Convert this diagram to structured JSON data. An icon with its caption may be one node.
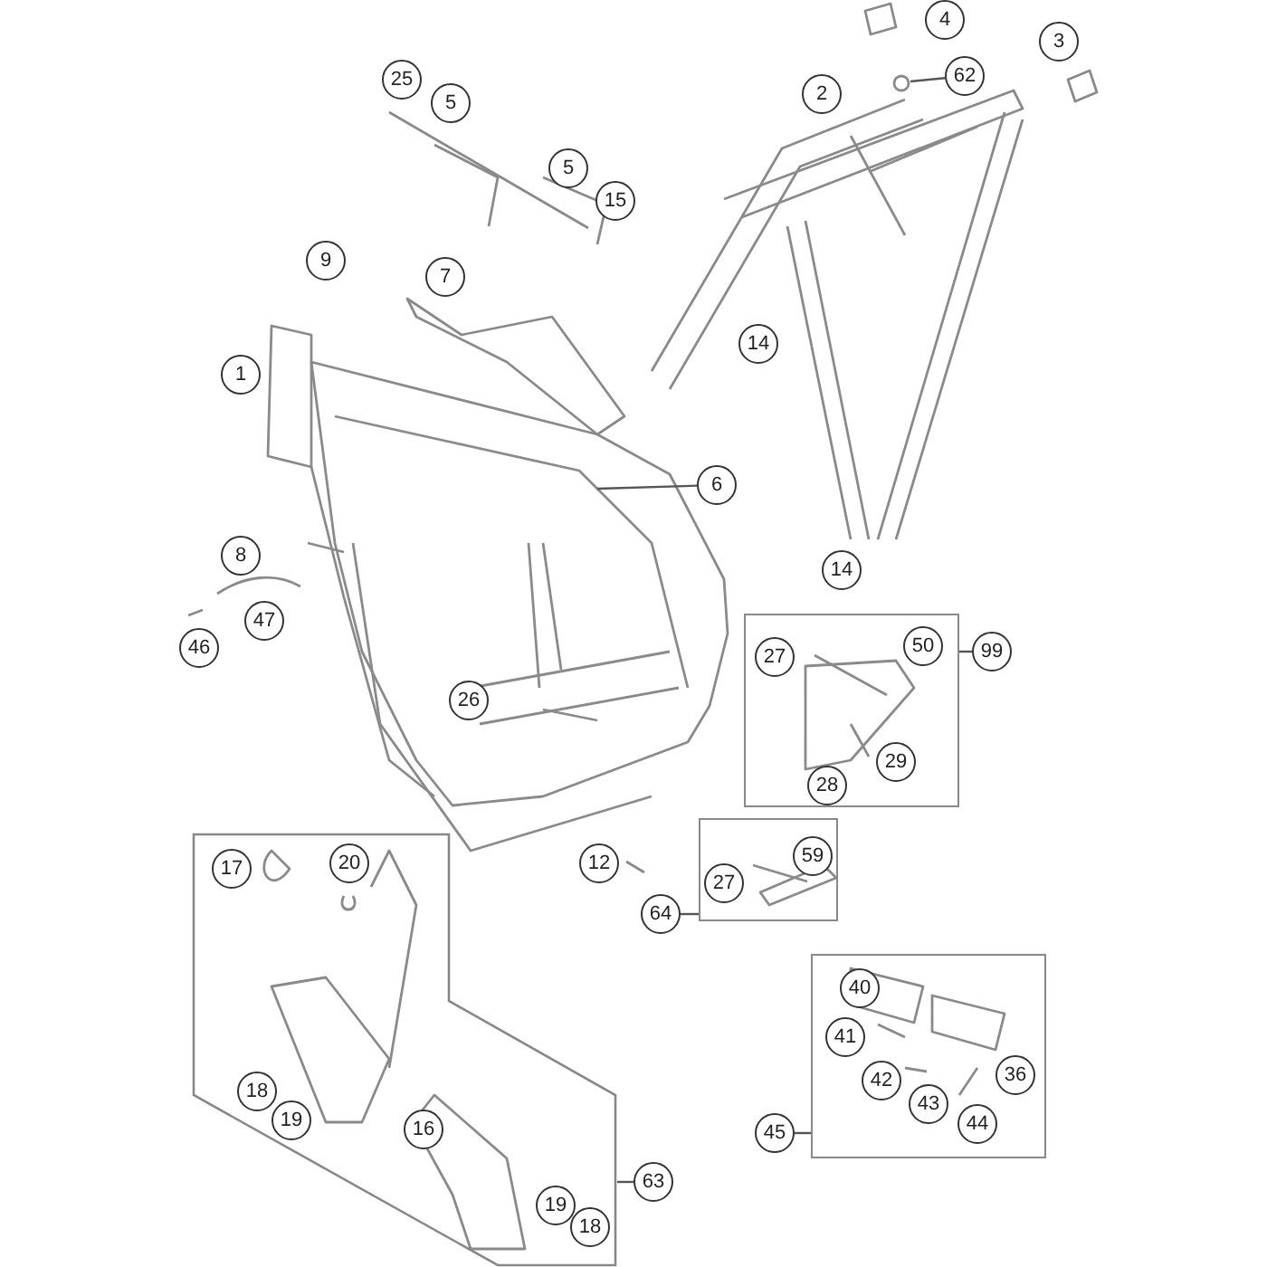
{
  "diagram": {
    "nodes": [
      {
        "text": [
          "4"
        ]
      },
      {
        "text": [
          "3"
        ]
      },
      {
        "text": [
          "2"
        ]
      },
      {
        "text": [
          "62"
        ]
      },
      {
        "text": [
          "25"
        ]
      },
      {
        "text": [
          "5"
        ]
      },
      {
        "text": [
          "5"
        ]
      },
      {
        "text": [
          "15"
        ]
      },
      {
        "text": [
          "9"
        ]
      },
      {
        "text": [
          "7"
        ]
      },
      {
        "text": [
          "14"
        ]
      },
      {
        "text": [
          "1"
        ]
      },
      {
        "text": [
          "6"
        ]
      },
      {
        "text": [
          "8"
        ]
      },
      {
        "text": [
          "14"
        ]
      },
      {
        "text": [],
        "shape": "box"
      },
      {
        "text": [
          "27"
        ],
        "in": 15
      },
      {
        "text": [
          "50"
        ],
        "in": 15
      },
      {
        "text": [
          "29"
        ],
        "in": 15
      },
      {
        "text": [
          "28"
        ],
        "in": 15
      },
      {
        "text": [
          "99"
        ]
      },
      {
        "text": [
          "47"
        ]
      },
      {
        "text": [
          "46"
        ]
      },
      {
        "text": [
          "26"
        ]
      },
      {
        "text": [],
        "shape": "box"
      },
      {
        "text": [
          "17"
        ],
        "in": 24
      },
      {
        "text": [
          "20"
        ],
        "in": 24
      },
      {
        "text": [
          "18"
        ],
        "in": 24
      },
      {
        "text": [
          "19"
        ],
        "in": 24
      },
      {
        "text": [
          "16"
        ],
        "in": 24
      },
      {
        "text": [
          "19"
        ],
        "in": 24
      },
      {
        "text": [
          "18"
        ],
        "in": 24
      },
      {
        "text": [
          "63"
        ]
      },
      {
        "text": [
          "12"
        ]
      },
      {
        "text": [],
        "shape": "box"
      },
      {
        "text": [
          "27"
        ],
        "in": 34
      },
      {
        "text": [
          "59"
        ],
        "in": 34
      },
      {
        "text": [
          "64"
        ]
      },
      {
        "text": [],
        "shape": "box"
      },
      {
        "text": [
          "40"
        ],
        "in": 38
      },
      {
        "text": [
          "41"
        ],
        "in": 38
      },
      {
        "text": [
          "36"
        ],
        "in": 38
      },
      {
        "text": [
          "42"
        ],
        "in": 38
      },
      {
        "text": [
          "43"
        ],
        "in": 38
      },
      {
        "text": [
          "44"
        ],
        "in": 38
      },
      {
        "text": [
          "45"
        ]
      }
    ],
    "edges": [
      {
        "from": 3,
        "to": null,
        "arrow": "none"
      },
      {
        "from": 12,
        "to": null,
        "arrow": "none"
      },
      {
        "from": 20,
        "to": 15,
        "arrow": "none"
      },
      {
        "from": 37,
        "to": 34,
        "arrow": "none"
      },
      {
        "from": 32,
        "to": 24,
        "arrow": "none"
      },
      {
        "from": 45,
        "to": 38,
        "arrow": "none"
      }
    ]
  }
}
